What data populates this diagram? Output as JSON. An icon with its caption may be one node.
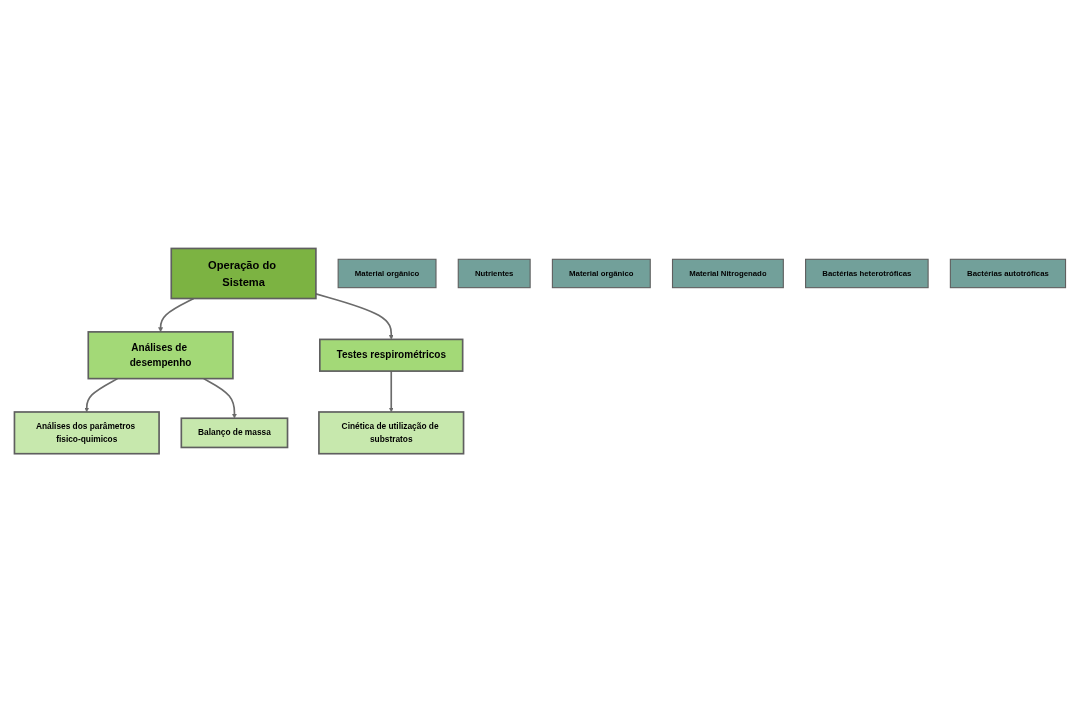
{
  "diagram": {
    "nodes": [
      {
        "text": [
          "Operação do Sistema"
        ]
      },
      {
        "text": [
          "Análises de desempenho"
        ]
      },
      {
        "text": [
          "Testes respirométricos"
        ]
      },
      {
        "text": [
          "Análises dos parâmetros fisico-quimicos"
        ]
      },
      {
        "text": [
          "Balanço de massa"
        ]
      },
      {
        "text": [
          "Cinética de utilização de substratos"
        ]
      },
      {
        "text": [
          "Material orgânico"
        ]
      },
      {
        "text": [
          "Nutrientes"
        ]
      },
      {
        "text": [
          "Material orgânico"
        ]
      },
      {
        "text": [
          "Material Nitrogenado"
        ]
      },
      {
        "text": [
          "Bactérias heterotróficas"
        ]
      },
      {
        "text": [
          "Bactérias autotróficas"
        ]
      }
    ],
    "edges": [
      {
        "from": 0,
        "to": 1,
        "arrow": "to"
      },
      {
        "from": 0,
        "to": 2,
        "arrow": "to"
      },
      {
        "from": 1,
        "to": 3,
        "arrow": "to"
      },
      {
        "from": 1,
        "to": 4,
        "arrow": "to"
      },
      {
        "from": 2,
        "to": 5,
        "arrow": "to"
      }
    ]
  }
}
